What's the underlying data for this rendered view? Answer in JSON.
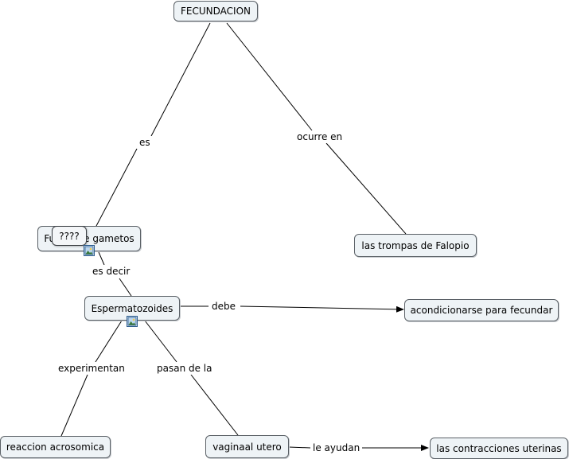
{
  "concepts": {
    "fecundacion": "FECUNDACION",
    "fusion": "Fusion de gametos",
    "trompas": "las trompas de Falopio",
    "espermatozoides": "Espermatozoides",
    "acondicionarse": "acondicionarse para fecundar",
    "reaccion": "reaccion acrosomica",
    "vaginaal": "vaginaal utero",
    "contracciones": "las contracciones uterinas"
  },
  "links": {
    "es": "es",
    "ocurre_en": "ocurre en",
    "es_decir": "es decir",
    "debe": "debe",
    "experimentan": "experimentan",
    "pasan_de_la": "pasan de la",
    "le_ayudan": "le ayudan"
  },
  "popup": {
    "text": "????"
  },
  "icons": {
    "resource": "image-resource-icon"
  },
  "colors": {
    "node_fill": "#eef3f6",
    "node_border": "#5a6066",
    "line": "#000000"
  }
}
